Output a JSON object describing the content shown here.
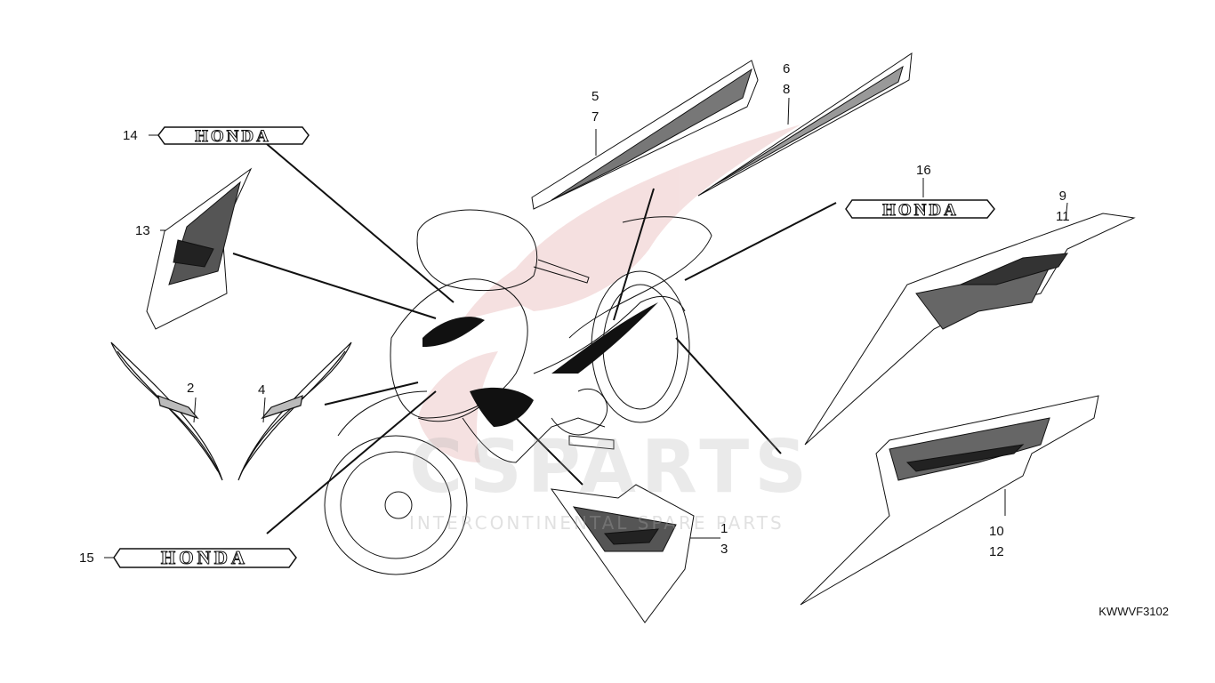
{
  "diagram_code": "KWWVF3102",
  "watermark": {
    "brand": "CSPARTS",
    "tagline": "INTERCONTINENTAL SPARE PARTS"
  },
  "emblem_text": "HONDA",
  "labels": {
    "p1_3": "1\n3",
    "p2": "2",
    "p4": "4",
    "p5_7": "5\n7",
    "p6_8": "6\n8",
    "p9_11": "9\n11",
    "p10_12": "10\n12",
    "p13": "13",
    "p14": "14",
    "p15": "15",
    "p16": "16"
  },
  "colors": {
    "line": "#111111",
    "watermark_red": "#e3a9a9",
    "watermark_grey": "#c8c8c8"
  }
}
